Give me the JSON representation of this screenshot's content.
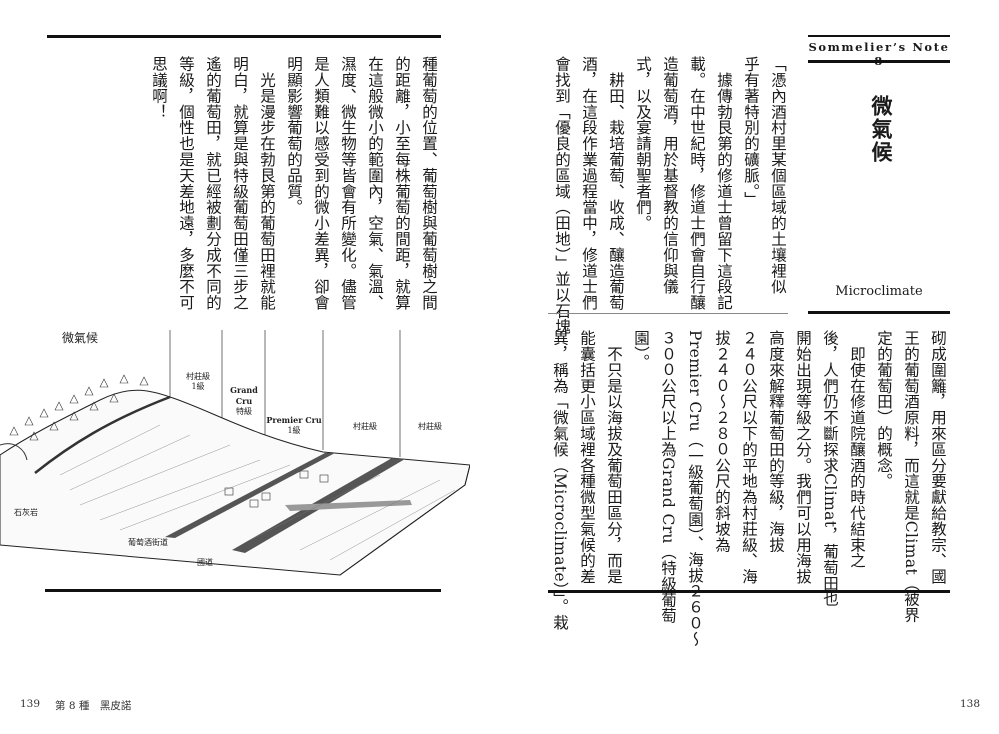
{
  "left_page": {
    "page_number": "139",
    "running_head": "第 8 種　黑皮諾",
    "text_columns": [
      "種葡萄的位置、葡萄樹與葡萄樹之間",
      "的距離，小至每株葡萄的間距，就算",
      "在這般微小的範圍內，空氣、氣溫、",
      "濕度、微生物等皆會有所變化。儘管",
      "是人類難以感受到的微小差異，卻會",
      "明顯影響葡萄的品質。",
      "　光是漫步在勃艮第的葡萄田裡就能",
      "明白，就算是與特級葡萄田僅三步之",
      "遙的葡萄田，就已經被劃分成不同的",
      "等級，個性也是天差地遠，多麼不可",
      "思議啊！"
    ],
    "diagram": {
      "title": "微氣候",
      "zones": [
        {
          "name": "村莊級",
          "grade": "1級"
        },
        {
          "name": "Grand Cru",
          "grade": "特級"
        },
        {
          "name": "Premier Cru",
          "grade": "1級"
        },
        {
          "name": "村莊級",
          "grade": ""
        },
        {
          "name": "村莊級",
          "grade": ""
        }
      ],
      "labels": {
        "limestone": "石灰岩",
        "wine_road": "葡萄酒街道",
        "national_road": "國道"
      }
    }
  },
  "right_page": {
    "page_number": "138",
    "sidebar": {
      "series": "Sommelier’s Note 8",
      "title": "微氣候",
      "subtitle": "Microclimate"
    },
    "top_columns": [
      "「憑內酒村里某個區域的土壤裡似",
      "乎有著特別的礦脈。」",
      "　據傳勃艮第的修道士曾留下這段記",
      "載。在中世紀時，修道士們會自行釀",
      "造葡萄酒，用於基督教的信仰與儀",
      "式，以及宴請朝聖者們。",
      "　耕田、栽培葡萄、收成、釀造葡萄",
      "酒，在這段作業過程當中，修道士們",
      "會找到「優良的區域（田地）」並以石塊"
    ],
    "bottom_columns": [
      "砌成圍籬，用來區分要獻給教宗、國",
      "王的葡萄酒原料，而這就是Climat（被界",
      "定的葡萄田）的概念。",
      "　即使在修道院釀酒的時代結束之",
      "後，人們仍不斷探求Climat，葡萄田也",
      "開始出現等級之分。我們可以用海拔",
      "高度來解釋葡萄田的等級，海拔",
      "２４０公尺以下的平地為村莊級、海",
      "拔２４０～２８０公尺的斜坡為",
      "Premier Cru（一級葡萄園）、海拔２６０～",
      "３００公尺以上為Grand Cru（特級葡萄",
      "園）。",
      "　不只是以海拔及葡萄田區分，而是",
      "能囊括更小區域裡各種微型氣候的差",
      "異，稱為「微氣候（Microclimate）」。栽"
    ]
  }
}
